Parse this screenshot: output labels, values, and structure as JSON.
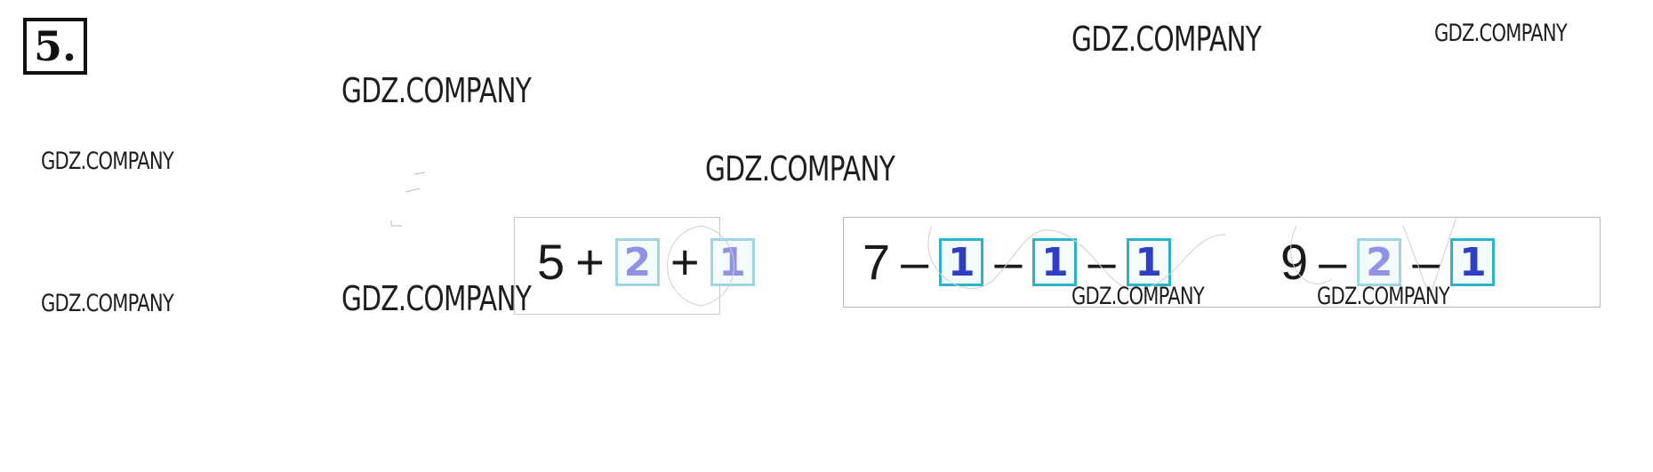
{
  "task": {
    "number": "5."
  },
  "watermarks": [
    "GDZ.COMPANY",
    "GDZ.COMPANY",
    "GDZ.COMPANY",
    "GDZ.COMPANY",
    "GDZ.COMPANY",
    "GDZ.COMPANY",
    "GDZ.COMPANY",
    "GDZ.COMPANY",
    "GDZ.COMPANY"
  ],
  "expressions": [
    {
      "start": "5",
      "op1": "+",
      "ans1": "2",
      "op2": "+",
      "ans2": "1"
    },
    {
      "start": "7",
      "op1": "–",
      "ans1": "1",
      "op2": "–",
      "ans2": "1",
      "op3": "–",
      "ans3": "1"
    },
    {
      "start": "9",
      "op1": "–",
      "ans1": "2",
      "op2": "–",
      "ans2": "1"
    }
  ],
  "colors": {
    "answer_text": "#2f3fc4",
    "answer_border": "#2bb3c8"
  }
}
